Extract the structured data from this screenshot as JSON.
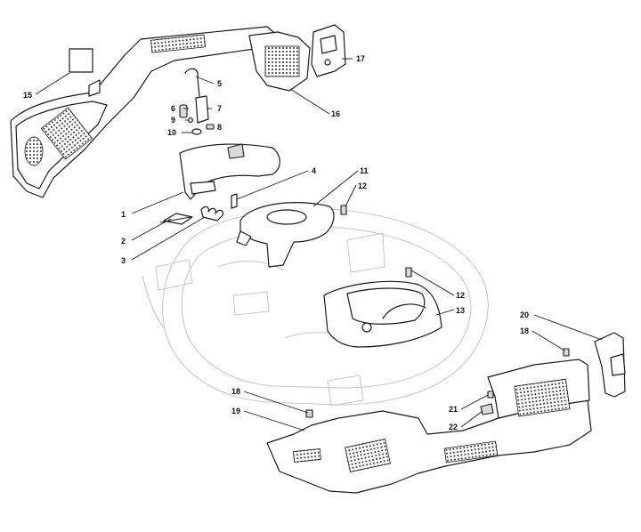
{
  "callouts": [
    {
      "id": "c1",
      "text": "1"
    },
    {
      "id": "c2",
      "text": "2"
    },
    {
      "id": "c3",
      "text": "3"
    },
    {
      "id": "c4",
      "text": "4"
    },
    {
      "id": "c5",
      "text": "5"
    },
    {
      "id": "c6",
      "text": "6"
    },
    {
      "id": "c7",
      "text": "7"
    },
    {
      "id": "c8",
      "text": "8"
    },
    {
      "id": "c9",
      "text": "9"
    },
    {
      "id": "c10",
      "text": "10"
    },
    {
      "id": "c11",
      "text": "11"
    },
    {
      "id": "c12a",
      "text": "12"
    },
    {
      "id": "c12b",
      "text": "12"
    },
    {
      "id": "c13",
      "text": "13"
    },
    {
      "id": "c15",
      "text": "15"
    },
    {
      "id": "c16",
      "text": "16"
    },
    {
      "id": "c17",
      "text": "17"
    },
    {
      "id": "c18a",
      "text": "18"
    },
    {
      "id": "c18b",
      "text": "18"
    },
    {
      "id": "c19",
      "text": "19"
    },
    {
      "id": "c20",
      "text": "20"
    },
    {
      "id": "c21",
      "text": "21"
    },
    {
      "id": "c22",
      "text": "22"
    }
  ]
}
